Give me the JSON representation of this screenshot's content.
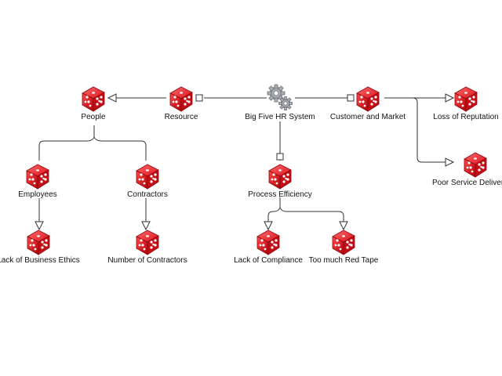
{
  "diagram": {
    "root": {
      "id": "big-five-hr-system",
      "label": "Big Five HR System",
      "icon": "gears-icon"
    },
    "nodes": [
      {
        "id": "resource",
        "label": "Resource",
        "icon": "dice-icon"
      },
      {
        "id": "people",
        "label": "People",
        "icon": "dice-icon"
      },
      {
        "id": "employees",
        "label": "Employees",
        "icon": "dice-icon"
      },
      {
        "id": "contractors",
        "label": "Contractors",
        "icon": "dice-icon"
      },
      {
        "id": "lack-of-business-ethics",
        "label": "Lack of Business Ethics",
        "icon": "dice-icon"
      },
      {
        "id": "number-of-contractors",
        "label": "Number of Contractors",
        "icon": "dice-icon"
      },
      {
        "id": "process-efficiency",
        "label": "Process Efficiency",
        "icon": "dice-icon"
      },
      {
        "id": "lack-of-compliance",
        "label": "Lack of Compliance",
        "icon": "dice-icon"
      },
      {
        "id": "too-much-red-tape",
        "label": "Too much Red Tape",
        "icon": "dice-icon"
      },
      {
        "id": "customer-and-market",
        "label": "Customer and Market",
        "icon": "dice-icon"
      },
      {
        "id": "loss-of-reputation",
        "label": "Loss of Reputation",
        "icon": "dice-icon"
      },
      {
        "id": "poor-service-delivery",
        "label": "Poor Service Delivery",
        "icon": "dice-icon"
      }
    ],
    "edges": [
      {
        "from": "big-five-hr-system",
        "to": "resource",
        "marker": "square"
      },
      {
        "from": "resource",
        "to": "people",
        "marker": "triangle"
      },
      {
        "from": "people",
        "to": "employees",
        "marker": "none"
      },
      {
        "from": "people",
        "to": "contractors",
        "marker": "none"
      },
      {
        "from": "employees",
        "to": "lack-of-business-ethics",
        "marker": "triangle"
      },
      {
        "from": "contractors",
        "to": "number-of-contractors",
        "marker": "triangle"
      },
      {
        "from": "big-five-hr-system",
        "to": "process-efficiency",
        "marker": "square"
      },
      {
        "from": "process-efficiency",
        "to": "lack-of-compliance",
        "marker": "triangle"
      },
      {
        "from": "process-efficiency",
        "to": "too-much-red-tape",
        "marker": "triangle"
      },
      {
        "from": "big-five-hr-system",
        "to": "customer-and-market",
        "marker": "square"
      },
      {
        "from": "customer-and-market",
        "to": "loss-of-reputation",
        "marker": "triangle"
      },
      {
        "from": "customer-and-market",
        "to": "poor-service-delivery",
        "marker": "triangle"
      }
    ],
    "colors": {
      "dice": "#d9111b",
      "dice_dark": "#8e070d",
      "connector": "#333333",
      "gear": "#a8adb3"
    }
  }
}
